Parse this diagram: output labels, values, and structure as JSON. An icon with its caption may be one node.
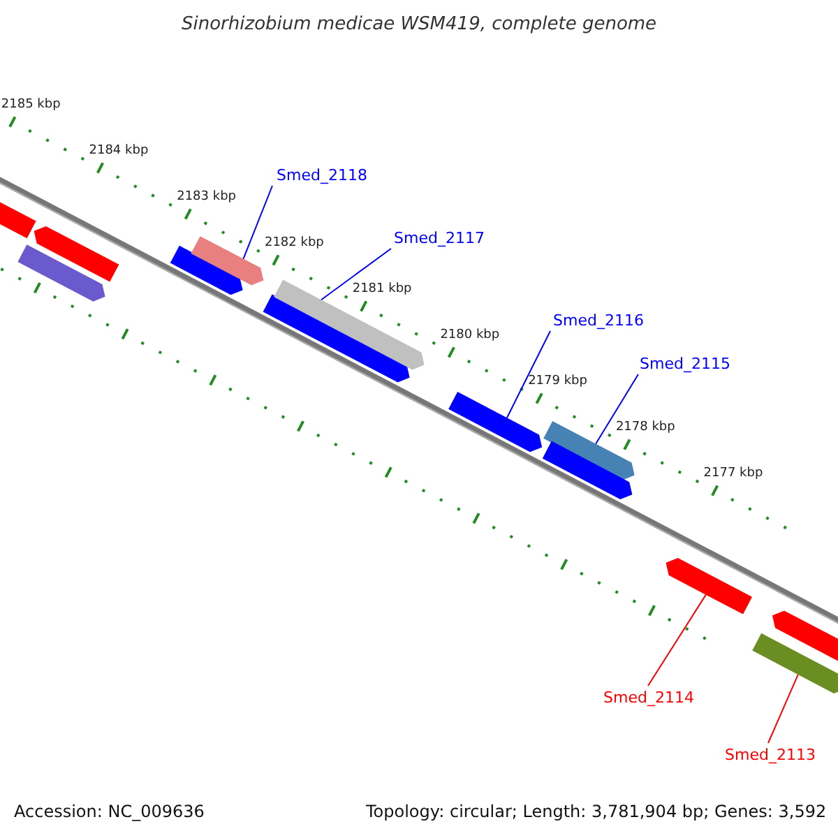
{
  "diagram": {
    "title": "Sinorhizobium medicae WSM419, complete genome",
    "nodes": [
      {
        "text": [
          "Smed_2118"
        ]
      },
      {
        "text": [
          "Smed_2117"
        ]
      },
      {
        "text": [
          "Smed_2116"
        ]
      },
      {
        "text": [
          "Smed_2115"
        ]
      },
      {
        "text": [
          "Smed_2114"
        ]
      },
      {
        "text": [
          "Smed_2113"
        ]
      },
      {
        "text": [],
        "shape": "bar"
      },
      {
        "text": [],
        "shape": "bar"
      },
      {
        "text": [],
        "shape": "bar"
      },
      {
        "text": [],
        "shape": "bar"
      },
      {
        "text": [],
        "shape": "bar"
      },
      {
        "text": [],
        "shape": "bar"
      },
      {
        "text": [],
        "shape": "bar"
      },
      {
        "text": [],
        "shape": "bar"
      },
      {
        "text": [],
        "shape": "bar"
      },
      {
        "text": [],
        "shape": "bar"
      },
      {
        "text": [],
        "shape": "bar"
      },
      {
        "text": [],
        "shape": "bar"
      },
      {
        "text": [],
        "shape": "bar"
      }
    ],
    "edges": [
      {
        "from": 0,
        "to": 10,
        "arrow": "none"
      },
      {
        "from": 1,
        "to": 12,
        "arrow": "none"
      },
      {
        "from": 2,
        "to": 13,
        "arrow": "none"
      },
      {
        "from": 3,
        "to": 14,
        "arrow": "none"
      },
      {
        "from": 4,
        "to": 16,
        "arrow": "none",
        "color": "#ff0000"
      },
      {
        "from": 5,
        "to": 17,
        "arrow": "none",
        "color": "#ff0000"
      }
    ],
    "labels": [
      "2185 kbp",
      "2184 kbp",
      "2183 kbp",
      "2182 kbp",
      "2181 kbp",
      "2180 kbp",
      "2179 kbp",
      "2178 kbp",
      "2177 kbp",
      "Accession: NC_009636",
      "Topology: circular; Length: 3,781,904 bp; Genes: 3,592"
    ]
  }
}
